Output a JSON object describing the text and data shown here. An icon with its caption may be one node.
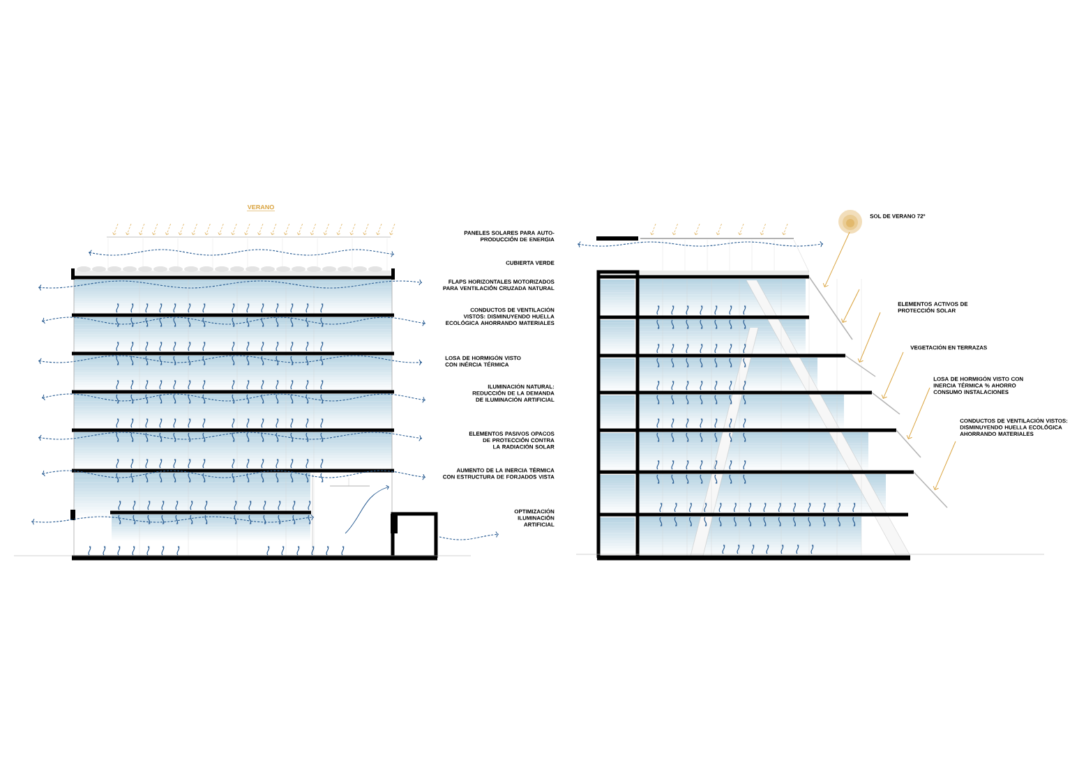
{
  "diagram": {
    "title": "VERANO",
    "labels": [
      "PANELES SOLARES PARA AUTO-PRODUCCIÓN DE ENERGIA",
      "CUBIERTA VERDE",
      "FLAPS HORIZONTALES MOTORIZADOS PARA VENTILACIÓN CRUZADA NATURAL",
      "CONDUCTOS DE VENTILACIÓN VISTOS: DISMINUYENDO HUELLA ECOLÓGICA AHORRANDO MATERIALES",
      "LOSA DE HORMIGÓN VISTO CON INÉRCIA TÉRMICA",
      "ILUMINACIÓN NATURAL: REDUCCIÓN DE LA DEMANDA DE ILUMINACIÓN ARTIFICIAL",
      "ELEMENTOS PASIVOS OPACOS DE PROTECCIÓN CONTRA LA RADIACIÓN SOLAR",
      "AUMENTO DE LA INERCIA TÉRMICA CON ESTRUCTURA DE FORJADOS VISTA",
      "OPTIMIZACIÓN ILUMINACIÓN ARTIFICIAL",
      "SOL DE VERANO 72º",
      "ELEMENTOS ACTIVOS DE PROTECCIÓN SOLAR",
      "VEGETACIÓN EN TERRAZAS",
      "LOSA DE HORMIGÓN VISTO CON INERCIA TÉRMICA % AHORRO CONSUMO INSTALACIONES",
      "CONDUCTOS DE VENTILACIÓN VISTOS: DISMINUYENDO HUELLA ECOLÓGICA AHORRANDO MATERIALES"
    ]
  }
}
